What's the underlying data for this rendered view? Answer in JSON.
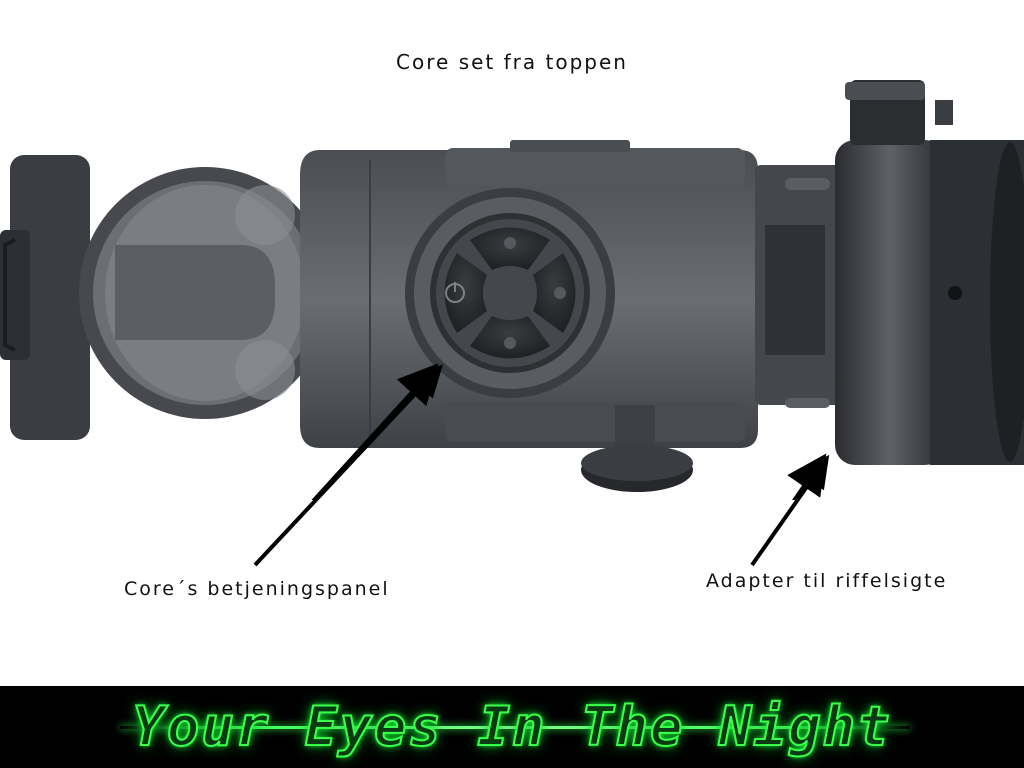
{
  "title": "Core set fra toppen",
  "labels": {
    "control_panel": "Core´s betjeningspanel",
    "adapter": "Adapter til riffelsigte"
  },
  "banner": {
    "text": "Your Eyes In The Night"
  },
  "colors": {
    "device_body": "#5b5e63",
    "device_dark": "#2f3236",
    "banner_bg": "#000000",
    "banner_glow": "#39ff4a"
  },
  "icons": {
    "power": "power-icon",
    "arrow": "pointer-arrow-icon"
  }
}
